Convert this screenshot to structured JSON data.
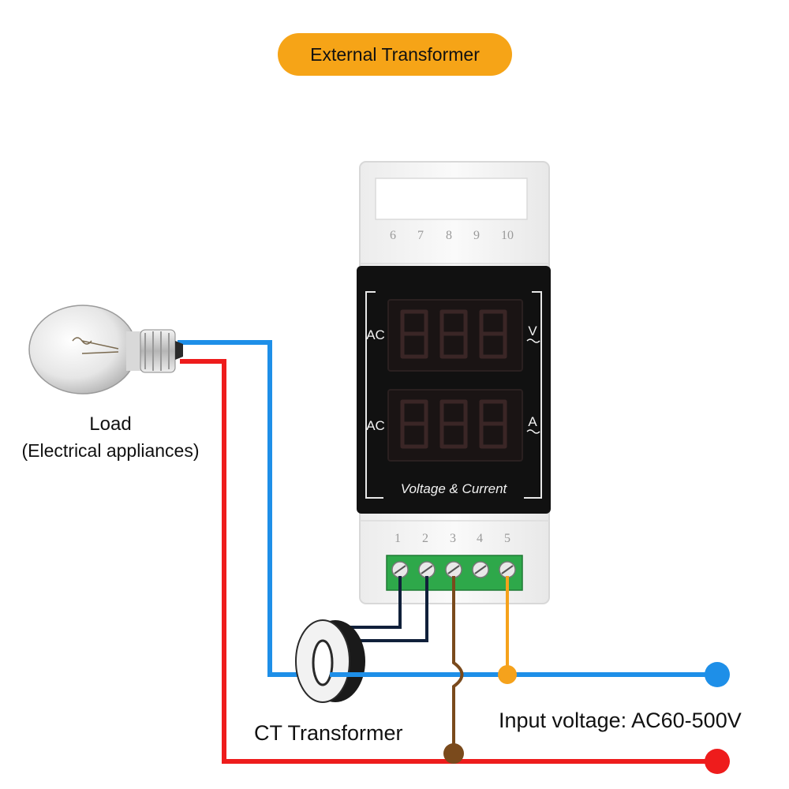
{
  "header": {
    "title": "External Transformer"
  },
  "meter": {
    "top_terminals": [
      "6",
      "7",
      "8",
      "9",
      "10"
    ],
    "bottom_terminals": [
      "1",
      "2",
      "3",
      "4",
      "5"
    ],
    "voltage_row": {
      "left_label": "AC",
      "right_label": "V"
    },
    "current_row": {
      "left_label": "AC",
      "right_label": "A"
    },
    "panel_caption": "Voltage & Current"
  },
  "load": {
    "title": "Load",
    "subtitle": "(Electrical appliances)"
  },
  "ct": {
    "label": "CT Transformer"
  },
  "input": {
    "label": "Input voltage: AC60-500V"
  },
  "colors": {
    "header_pill": "#f6a417",
    "neutral_wire": "#1e8fe8",
    "live_wire": "#ee1c1c",
    "ct_wires": "#10203a",
    "brown_wire": "#7a4a1c",
    "orange_wire": "#f5a21c",
    "terminal_block": "#2ea84a",
    "display_panel": "#111111"
  }
}
